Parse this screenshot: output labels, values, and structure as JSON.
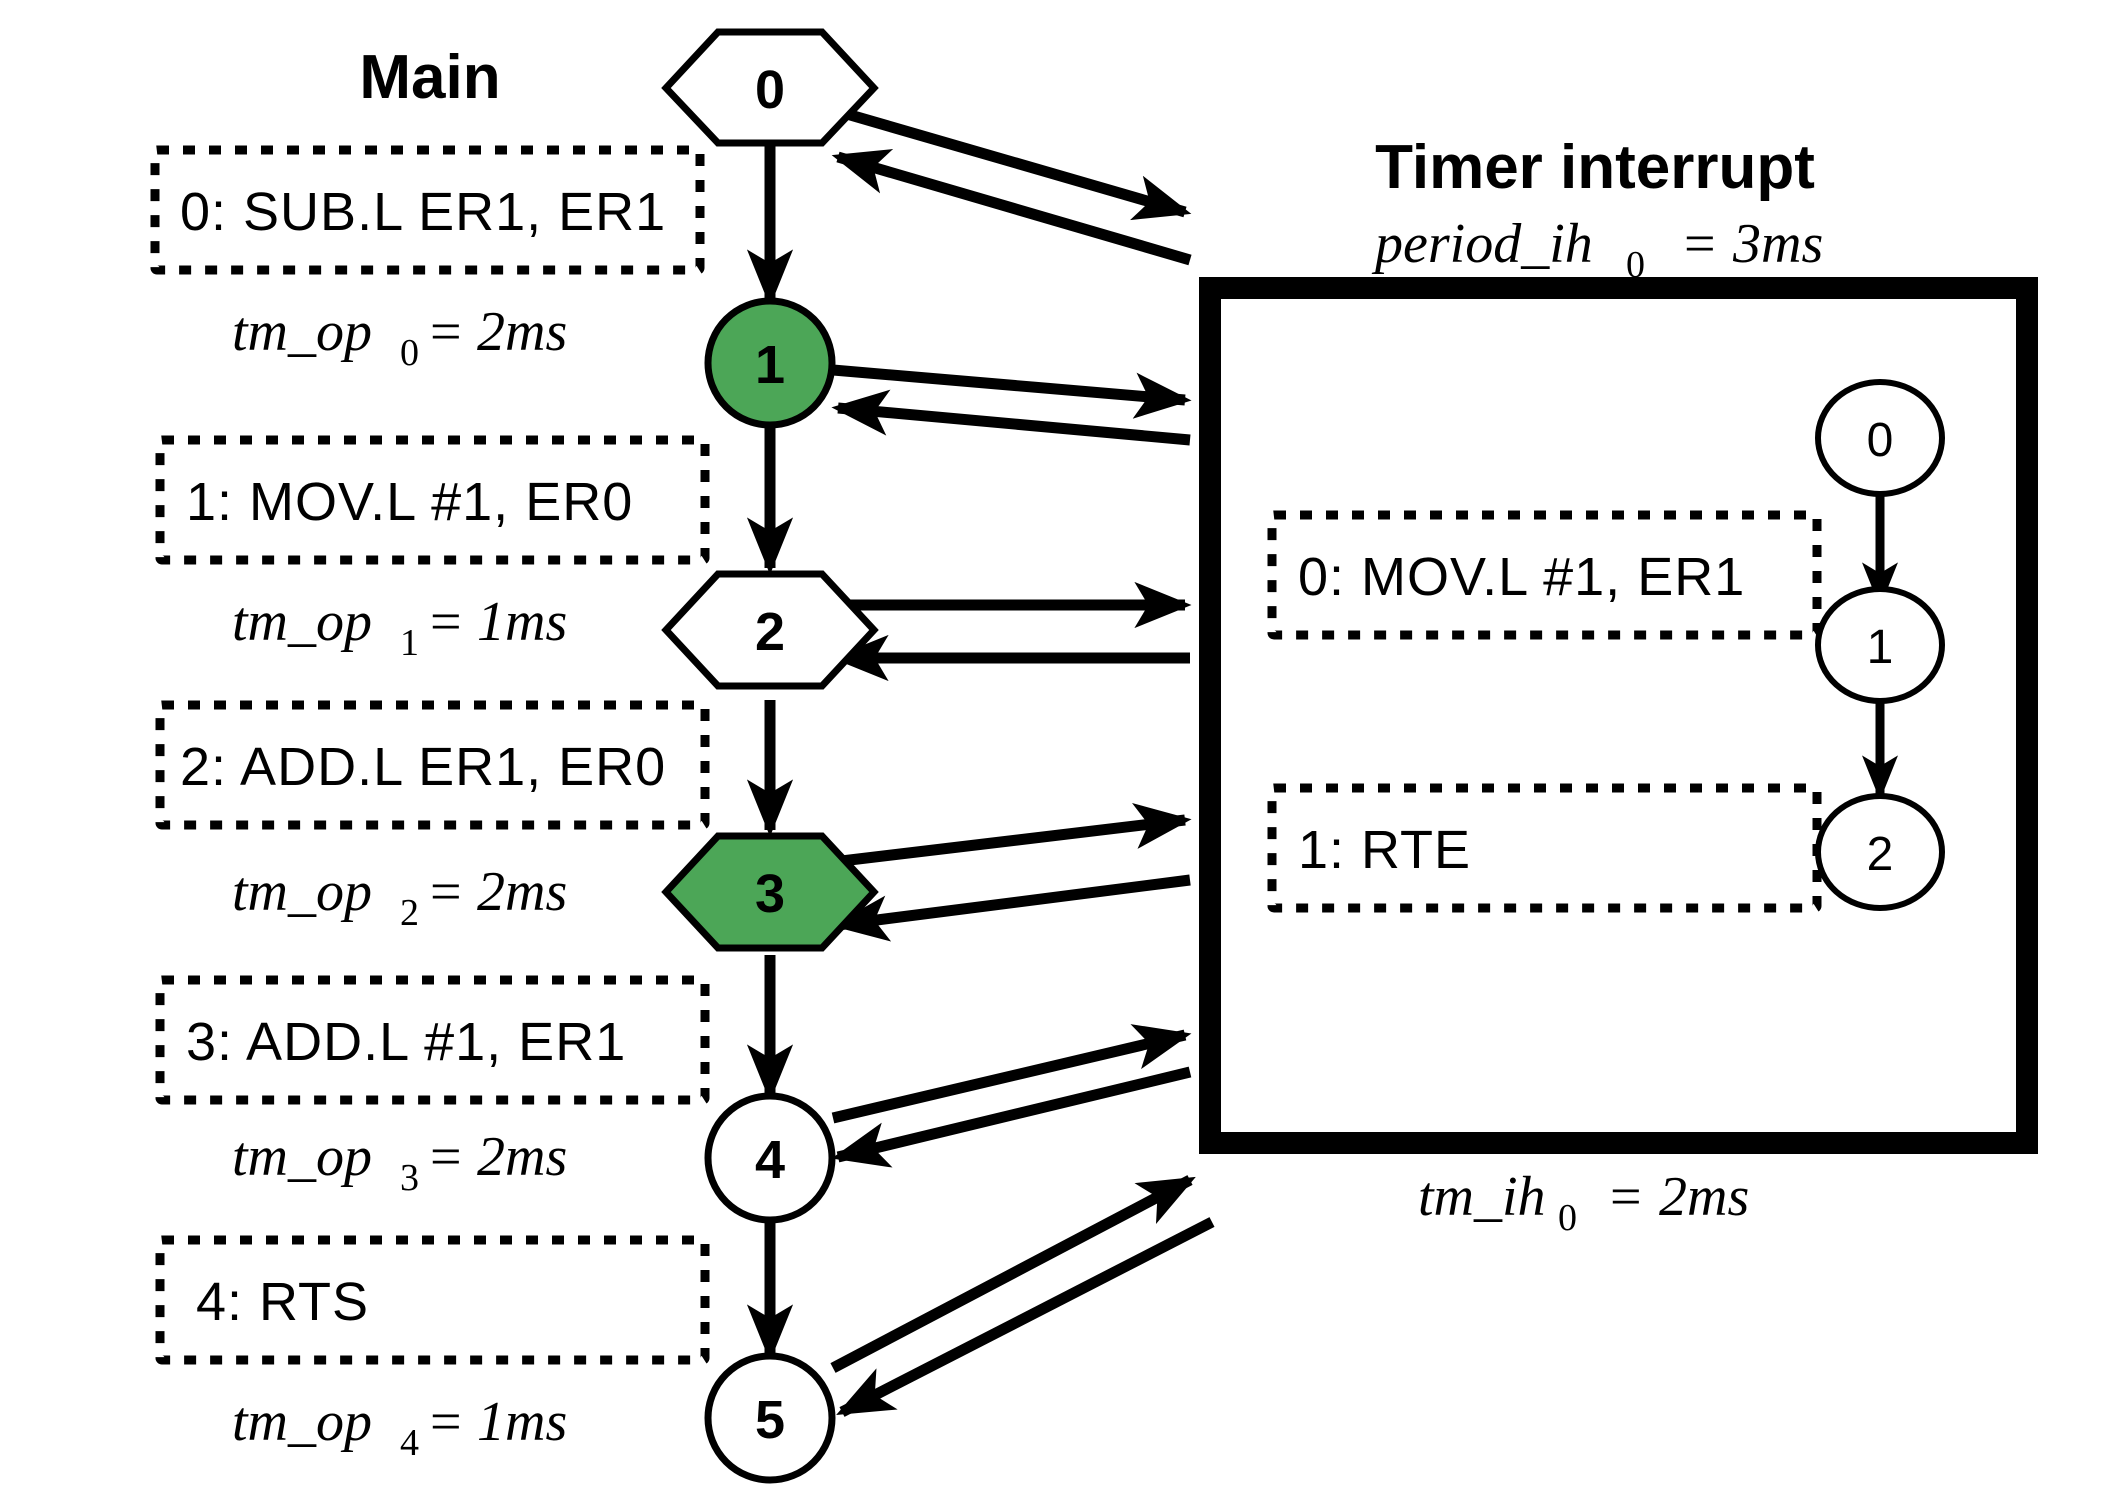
{
  "main": {
    "title": "Main",
    "instructions": [
      {
        "id": "0",
        "text": "0:  SUB.L   ER1, ER1"
      },
      {
        "id": "1",
        "text": "1:  MOV.L   #1, ER0"
      },
      {
        "id": "2",
        "text": "2:  ADD.L   ER1, ER0"
      },
      {
        "id": "3",
        "text": "3:  ADD.L   #1, ER1"
      },
      {
        "id": "4",
        "text": "4:  RTS"
      }
    ],
    "timings": [
      {
        "name": "tm_op",
        "sub": "0",
        "eq": "=",
        "value": "2ms"
      },
      {
        "name": "tm_op",
        "sub": "1",
        "eq": "=",
        "value": "1ms"
      },
      {
        "name": "tm_op",
        "sub": "2",
        "eq": "=",
        "value": "2ms"
      },
      {
        "name": "tm_op",
        "sub": "3",
        "eq": "=",
        "value": "2ms"
      },
      {
        "name": "tm_op",
        "sub": "4",
        "eq": "=",
        "value": "1ms"
      }
    ],
    "nodes": [
      {
        "label": "0",
        "shape": "hexagon",
        "fill": "white"
      },
      {
        "label": "1",
        "shape": "circle",
        "fill": "green"
      },
      {
        "label": "2",
        "shape": "hexagon",
        "fill": "white"
      },
      {
        "label": "3",
        "shape": "hexagon",
        "fill": "green"
      },
      {
        "label": "4",
        "shape": "circle",
        "fill": "white"
      },
      {
        "label": "5",
        "shape": "circle",
        "fill": "white"
      }
    ]
  },
  "interrupt": {
    "title": "Timer interrupt",
    "period": {
      "name": "period_ih",
      "sub": "0",
      "eq": "=",
      "value": "3ms"
    },
    "instructions": [
      {
        "id": "0",
        "text": "0:  MOV.L   #1, ER1"
      },
      {
        "id": "1",
        "text": "1:  RTE"
      }
    ],
    "nodes": [
      {
        "label": "0"
      },
      {
        "label": "1"
      },
      {
        "label": "2"
      }
    ],
    "exec_time": {
      "name": "tm_ih",
      "sub": "0",
      "eq": "=",
      "value": "2ms"
    }
  },
  "colors": {
    "green": "#4CA657",
    "black": "#000000",
    "white": "#ffffff"
  }
}
